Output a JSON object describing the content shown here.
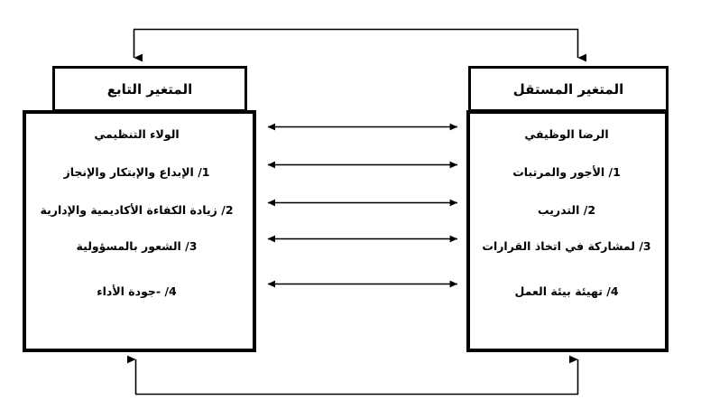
{
  "diagram": {
    "type": "conceptual-model",
    "language": "ar",
    "direction": "rtl",
    "colors": {
      "stroke": "#000000",
      "background": "#ffffff",
      "text": "#000000"
    },
    "dependent": {
      "header": "المتغير التابع",
      "lead": "الولاء التنظيمي",
      "items": [
        "1/ الإبداع والإبتكار والإنجاز",
        "2/ زيادة الكفاءة الأكاديمية والإدارية",
        "3/ الشعور بالمسؤولية",
        "4/ -جودة الأداء"
      ]
    },
    "independent": {
      "header": "المتغير المستقل",
      "lead": "الرضا الوظيفي",
      "items": [
        "1/ الأجور والمرتبات",
        "2/ التدريب",
        "3/ لمشاركة في اتخاذ القرارات",
        "4/ تهيئة بيئة العمل"
      ]
    },
    "connectors": {
      "top_feedback": "top-bracket-down-arrows",
      "bottom_feedback": "bottom-bracket-up-arrows",
      "cross_links": 5,
      "cross_link_style": "double-headed-horizontal-arrow"
    }
  }
}
